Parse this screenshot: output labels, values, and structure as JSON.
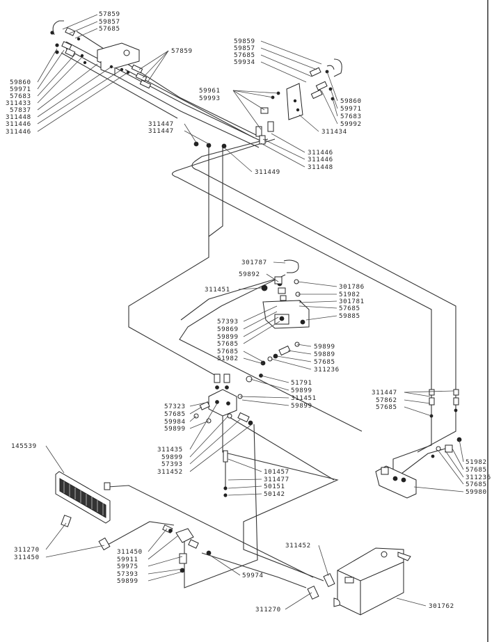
{
  "diagram": {
    "callouts": [
      "57859",
      "59857",
      "57685",
      "57859",
      "59860",
      "59971",
      "57683",
      "311433",
      "57837",
      "311448",
      "311446",
      "311446",
      "59859",
      "59857",
      "57685",
      "59934",
      "59961",
      "59993",
      "59860",
      "59971",
      "57683",
      "59992",
      "311434",
      "311447",
      "311447",
      "311446",
      "311446",
      "311448",
      "311449",
      "301787",
      "59892",
      "311451",
      "301786",
      "51982",
      "301781",
      "57685",
      "59885",
      "57393",
      "59869",
      "59899",
      "57685",
      "59899",
      "59889",
      "57685",
      "311236",
      "57685",
      "51982",
      "51791",
      "59899",
      "311451",
      "59899",
      "57323",
      "57685",
      "59984",
      "59899",
      "311435",
      "59899",
      "57393",
      "311452",
      "101457",
      "311477",
      "50151",
      "50142",
      "311447",
      "57862",
      "57685",
      "51982",
      "57685",
      "311236",
      "57685",
      "59980",
      "145539",
      "311270",
      "311450",
      "311450",
      "59911",
      "59975",
      "57393",
      "59899",
      "59974",
      "311452",
      "311270",
      "301762"
    ]
  }
}
